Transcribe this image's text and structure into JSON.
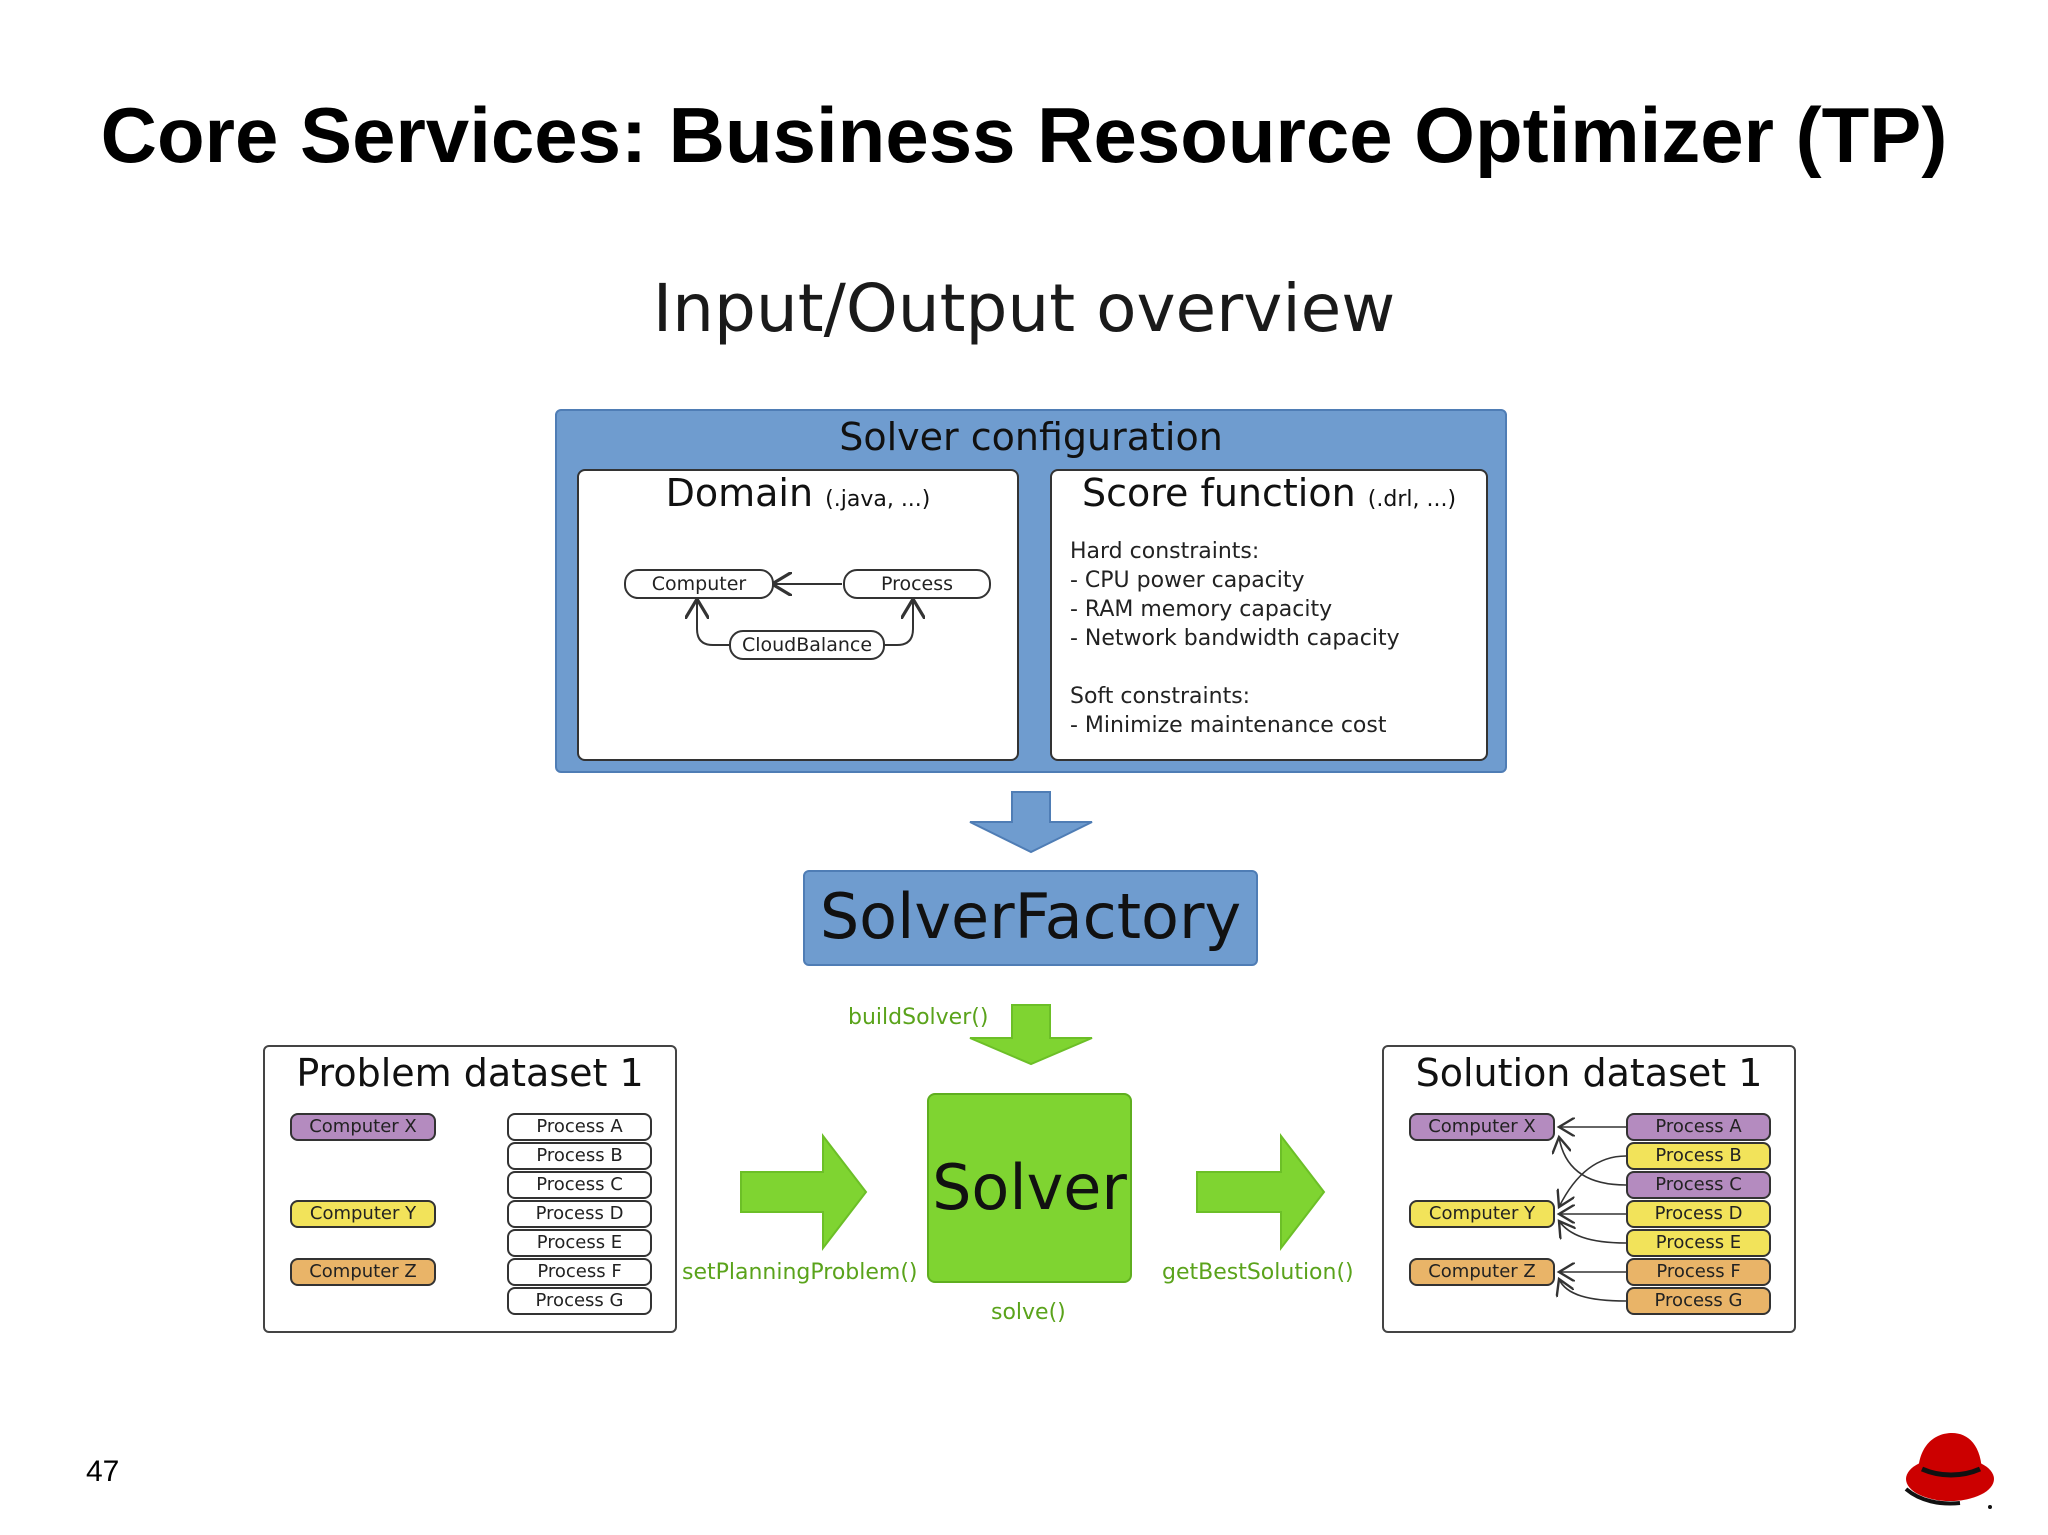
{
  "slide": {
    "title": "Core Services: Business Resource Optimizer (TP)",
    "subtitle": "Input/Output overview",
    "page_number": "47"
  },
  "config": {
    "title": "Solver configuration",
    "domain": {
      "title": "Domain",
      "suffix": "(.java, ...)",
      "nodes": [
        "Computer",
        "Process",
        "CloudBalance"
      ]
    },
    "score": {
      "title": "Score function",
      "suffix": "(.drl, ...)",
      "lines": [
        "Hard constraints:",
        "- CPU power capacity",
        "- RAM memory capacity",
        "- Network bandwidth capacity",
        "",
        "Soft constraints:",
        "- Minimize maintenance cost"
      ]
    }
  },
  "factory": {
    "label": "SolverFactory",
    "build_label": "buildSolver()"
  },
  "solver": {
    "label": "Solver",
    "solve_label": "solve()"
  },
  "calls": {
    "set_problem": "setPlanningProblem()",
    "get_best": "getBestSolution()"
  },
  "problem": {
    "title": "Problem dataset 1",
    "computers": [
      "Computer X",
      "Computer Y",
      "Computer Z"
    ],
    "processes": [
      "Process A",
      "Process B",
      "Process C",
      "Process D",
      "Process E",
      "Process F",
      "Process G"
    ]
  },
  "solution": {
    "title": "Solution dataset 1",
    "computers": [
      "Computer X",
      "Computer Y",
      "Computer Z"
    ],
    "processes": [
      "Process A",
      "Process B",
      "Process C",
      "Process D",
      "Process E",
      "Process F",
      "Process G"
    ],
    "process_colors": [
      "purple",
      "yellow",
      "purple",
      "yellow",
      "yellow",
      "orange",
      "orange"
    ]
  },
  "colors": {
    "blue_panel": "#6f9ccf",
    "green": "#7fd431",
    "purple": "#b48bbf",
    "yellow": "#f2e35a",
    "orange": "#e9b468",
    "logo_red": "#cc0000"
  },
  "icons": {
    "logo": "redhat-logo-icon"
  }
}
